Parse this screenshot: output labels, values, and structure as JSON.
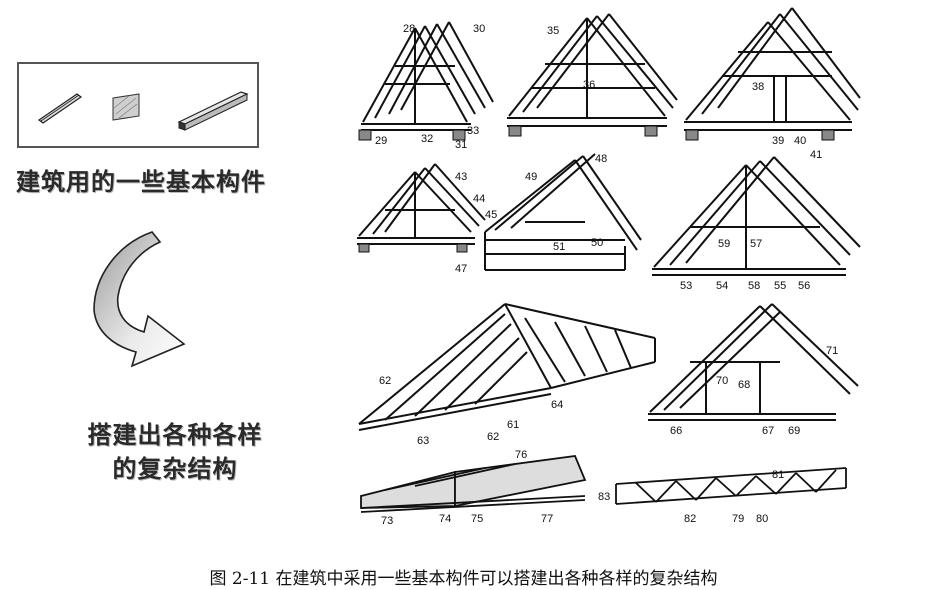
{
  "left_panel": {
    "basic_parts_label": "建筑用的一些基本构件",
    "build_label_line1": "搭建出各种各样",
    "build_label_line2": "的复杂结构"
  },
  "caption": "图 2-11  在建筑中采用一些基本构件可以搭建出各种各样的复杂结构",
  "roof_labels": {
    "r1": [
      "28",
      "30",
      "29",
      "32",
      "33",
      "31"
    ],
    "r2": [
      "35",
      "36"
    ],
    "r3": [
      "38",
      "39",
      "40",
      "41"
    ],
    "r4": [
      "43",
      "44",
      "45"
    ],
    "r5": [
      "49",
      "48",
      "51",
      "50",
      "47"
    ],
    "r6": [
      "59",
      "57",
      "53",
      "54",
      "58",
      "55",
      "56"
    ],
    "r7": [
      "62",
      "63",
      "62",
      "61",
      "64"
    ],
    "r8": [
      "71",
      "70",
      "68",
      "66",
      "67",
      "69"
    ],
    "r9": [
      "76",
      "73",
      "74",
      "75",
      "77"
    ],
    "r10": [
      "81",
      "83",
      "82",
      "79",
      "80"
    ]
  }
}
